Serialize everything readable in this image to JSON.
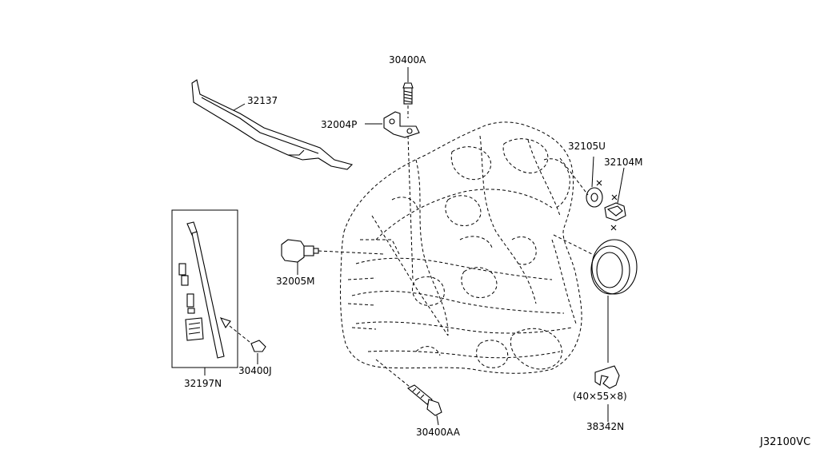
{
  "diagram": {
    "code": "J32100VC",
    "labels": {
      "p30400A": "30400A",
      "p32137": "32137",
      "p32004P": "32004P",
      "p32105U": "32105U",
      "p32104M": "32104M",
      "p32005M": "32005M",
      "p32197N": "32197N",
      "p30400J": "30400J",
      "p30400AA": "30400AA",
      "p38342N": "38342N",
      "seal_size": "(40×55×8)"
    }
  }
}
